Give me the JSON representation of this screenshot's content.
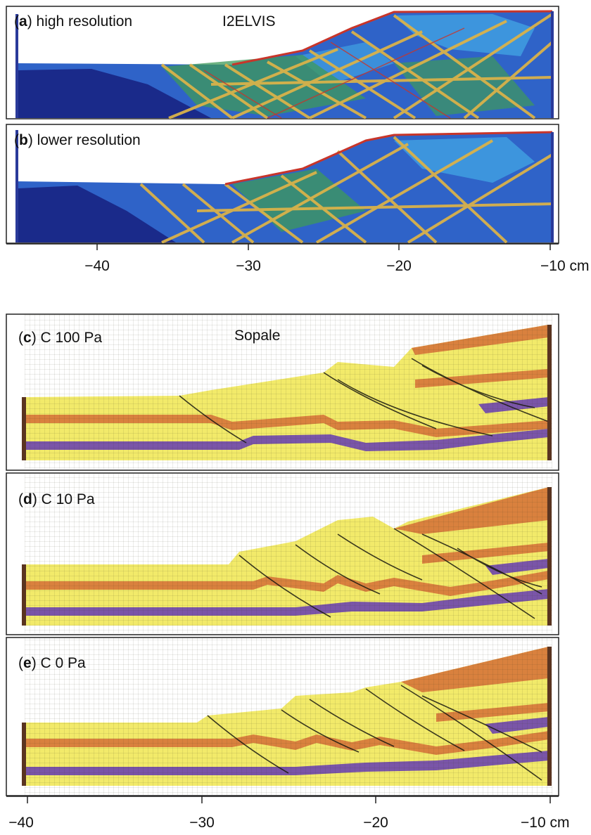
{
  "figure": {
    "top_group": {
      "model_name": "I2ELVIS",
      "axis": {
        "ticks": [
          "−40",
          "−30",
          "−20",
          "−10 cm"
        ]
      },
      "panels": [
        {
          "letter": "a",
          "caption": "high resolution",
          "has_model_name": true
        },
        {
          "letter": "b",
          "caption": "lower resolution",
          "has_model_name": false
        }
      ],
      "colors": {
        "base_dark": "#1a2a8a",
        "base": "#2f63c8",
        "light": "#3f9adf",
        "green": "#3f9a5a",
        "tan": "#d9b24a",
        "red": "#c8352a",
        "wall": "#2a3a9a"
      }
    },
    "bottom_group": {
      "model_name": "Sopale",
      "axis": {
        "ticks": [
          "−40",
          "−30",
          "−20",
          "−10 cm"
        ]
      },
      "panels": [
        {
          "letter": "c",
          "caption": "C 100 Pa",
          "has_model_name": true
        },
        {
          "letter": "d",
          "caption": "C 10 Pa",
          "has_model_name": false
        },
        {
          "letter": "e",
          "caption": "C 0 Pa",
          "has_model_name": false
        }
      ],
      "colors": {
        "yellow": "#f2ea6a",
        "orange": "#d9813e",
        "purple": "#7a55a8",
        "wall": "#5a3420",
        "mesh": "#2a2a10"
      }
    }
  }
}
